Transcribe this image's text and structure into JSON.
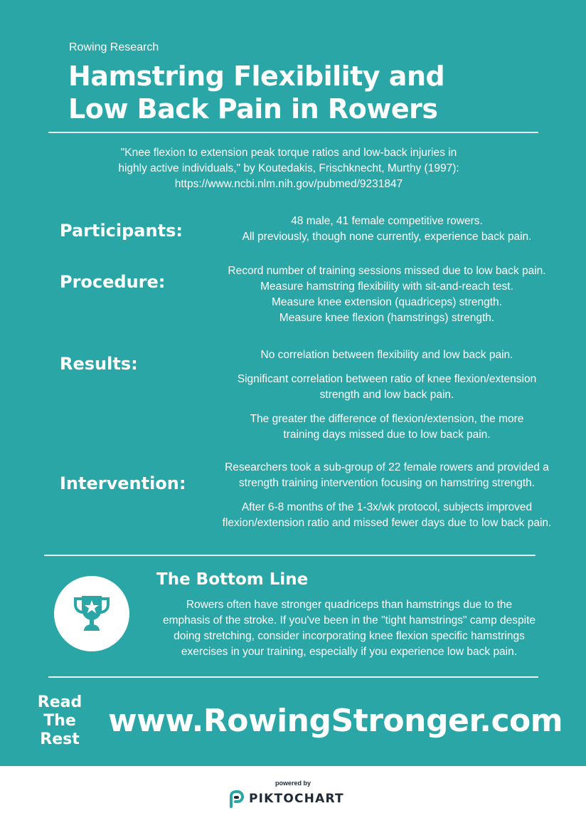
{
  "header": {
    "brand": "Rowing Research",
    "title_line1": "Hamstring Flexibility and",
    "title_line2": "Low Back Pain in Rowers"
  },
  "citation": {
    "line1": "\"Knee flexion to extension peak torque ratios and low-back injuries in",
    "line2": "highly active individuals,\" by Koutedakis, Frischknecht, Murthy (1997):",
    "line3": "https://www.ncbi.nlm.nih.gov/pubmed/9231847"
  },
  "participants": {
    "label": "Participants:",
    "lines": [
      "48 male, 41 female competitive rowers.",
      "All previously, though none currently, experience back pain."
    ]
  },
  "procedure": {
    "label": "Procedure:",
    "lines": [
      "Record number of training sessions missed due to low back pain.",
      "Measure hamstring flexibility with sit-and-reach test.",
      "Measure knee extension (quadriceps) strength.",
      "Measure knee flexion (hamstrings) strength."
    ]
  },
  "results": {
    "label": "Results:",
    "p1": "No correlation between flexibility and low back pain.",
    "p2_l1": "Significant correlation between ratio of knee flexion/extension",
    "p2_l2": "strength and low back pain.",
    "p3_l1": "The greater the difference of flexion/extension, the more",
    "p3_l2": "training days missed due to low back pain."
  },
  "intervention": {
    "label": "Intervention:",
    "p1_l1": "Researchers took a sub-group of 22 female rowers and provided a",
    "p1_l2": "strength training intervention focusing on hamstring strength.",
    "p2_l1": "After 6-8 months of the 1-3x/wk protocol, subjects improved",
    "p2_l2": "flexion/extension ratio and missed fewer days due to low back pain."
  },
  "bottom_line": {
    "icon": "trophy-star-icon",
    "title": "The Bottom Line",
    "lines": [
      "Rowers often have stronger quadriceps than hamstrings due to the",
      "emphasis of the stroke. If you've been in the \"tight hamstrings\" camp despite",
      "doing stretching, consider incorporating knee flexion specific hamstrings",
      "exercises in your training, especially if you experience low back pain."
    ]
  },
  "cta": {
    "read": "Read",
    "the": "The",
    "rest": "Rest",
    "website": "www.RowingStronger.com"
  },
  "footer": {
    "powered_by": "powered by",
    "logo_text": "PIKTOCHART",
    "logo_icon": "piktochart-logo-icon"
  },
  "colors": {
    "background": "#2aa6a6",
    "text": "#ffffff",
    "footer_text": "#1e2a35",
    "logo_accent": "#2aa6a6"
  }
}
